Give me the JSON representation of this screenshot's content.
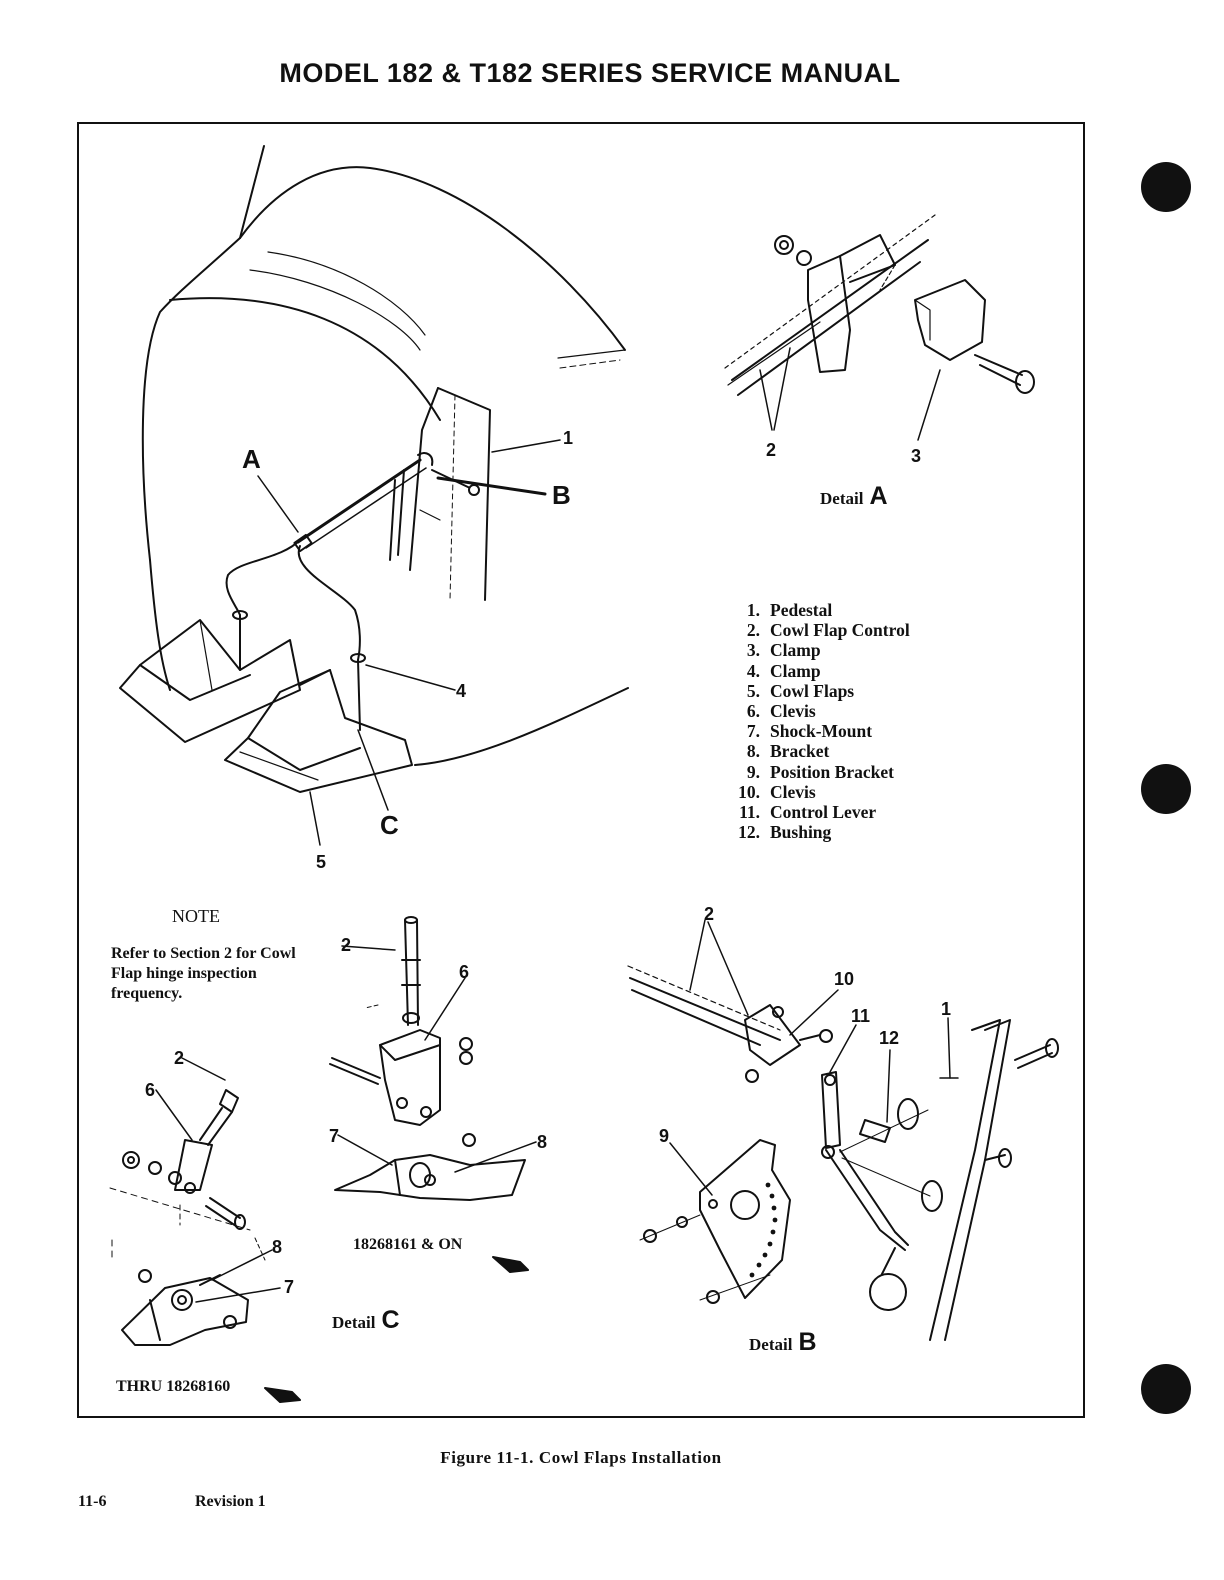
{
  "header": {
    "title": "MODEL 182 & T182 SERIES SERVICE MANUAL"
  },
  "figure": {
    "caption": "Figure 11-1.  Cowl Flaps Installation",
    "callouts": {
      "detail_a_ref": "A",
      "detail_b_ref": "B",
      "detail_c_ref": "C",
      "n1": "1",
      "n2": "2",
      "n3": "3",
      "n4": "4",
      "n5": "5",
      "n6": "6",
      "n7": "7",
      "n8": "8",
      "n9": "9",
      "n10": "10",
      "n11": "11",
      "n12": "12"
    },
    "detail_a": {
      "label": "Detail",
      "letter": "A"
    },
    "detail_b": {
      "label": "Detail",
      "letter": "B"
    },
    "detail_c": {
      "label": "Detail",
      "letter": "C"
    },
    "serial_on": "18268161 & ON",
    "serial_thru": "THRU 18268160",
    "note": {
      "title": "NOTE",
      "body": "Refer to Section 2 for Cowl Flap hinge inspection frequency."
    },
    "legend": [
      {
        "num": "1.",
        "label": "Pedestal"
      },
      {
        "num": "2.",
        "label": "Cowl Flap Control"
      },
      {
        "num": "3.",
        "label": "Clamp"
      },
      {
        "num": "4.",
        "label": "Clamp"
      },
      {
        "num": "5.",
        "label": "Cowl Flaps"
      },
      {
        "num": "6.",
        "label": "Clevis"
      },
      {
        "num": "7.",
        "label": "Shock-Mount"
      },
      {
        "num": "8.",
        "label": "Bracket"
      },
      {
        "num": "9.",
        "label": "Position Bracket"
      },
      {
        "num": "10.",
        "label": "Clevis"
      },
      {
        "num": "11.",
        "label": "Control Lever"
      },
      {
        "num": "12.",
        "label": "Bushing"
      }
    ]
  },
  "footer": {
    "page_number": "11-6",
    "revision": "Revision 1"
  }
}
